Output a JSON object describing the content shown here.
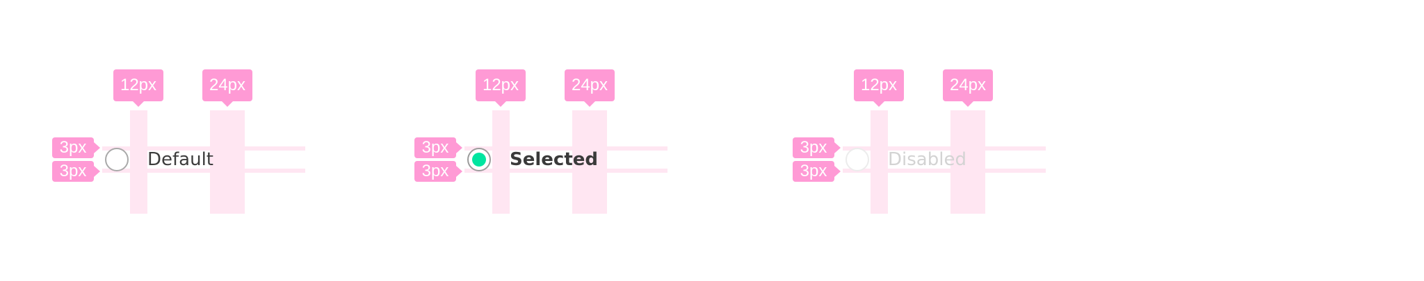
{
  "specs": [
    {
      "state": "default",
      "label": "Default",
      "spacing_tags": {
        "control_gap": "12px",
        "end_gap": "24px",
        "top_padding": "3px",
        "bottom_padding": "3px"
      }
    },
    {
      "state": "selected",
      "label": "Selected",
      "spacing_tags": {
        "control_gap": "12px",
        "end_gap": "24px",
        "top_padding": "3px",
        "bottom_padding": "3px"
      }
    },
    {
      "state": "disabled",
      "label": "Disabled",
      "spacing_tags": {
        "control_gap": "12px",
        "end_gap": "24px",
        "top_padding": "3px",
        "bottom_padding": "3px"
      }
    }
  ],
  "colors": {
    "annotation_tag": "#ff9ad5",
    "guide_band": "#ffe6f2",
    "selected_dot": "#00e5a0",
    "label_text": "#3c3c3c",
    "disabled_text": "#d3d3d3"
  }
}
